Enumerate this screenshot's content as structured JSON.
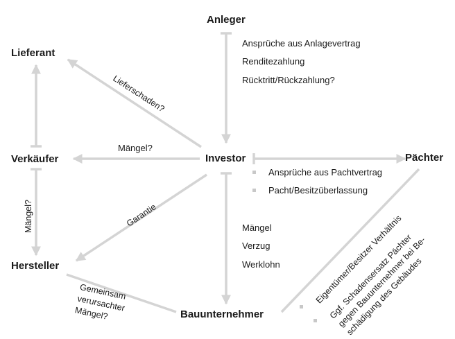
{
  "nodes": {
    "anleger": "Anleger",
    "lieferant": "Lieferant",
    "verkaeufer": "Verkäufer",
    "investor": "Investor",
    "paechter": "Pächter",
    "hersteller": "Hersteller",
    "bauunternehmer": "Bauunternehmer"
  },
  "edges": {
    "investor_lieferant": "Lieferschaden?",
    "investor_verkaeufer": "Mängel?",
    "verkaeufer_hersteller": "Mängel?",
    "investor_hersteller": "Garantie",
    "hersteller_bauunternehmer": [
      "Gemeinsam",
      "verursachter",
      "Mängel?"
    ],
    "paechter_bauunternehmer": [
      "Eigentümer/Besitzer Verhältnis",
      "Ggf. Schadensersatz Pächter",
      "gegen Bauunternehmer bei Be-",
      "schädigung des Gebäudes"
    ]
  },
  "lists": {
    "anleger": [
      "Ansprüche aus Anlagevertrag",
      "Renditezahlung",
      "Rücktritt/Rückzahlung?"
    ],
    "paechter": [
      "Ansprüche aus Pachtvertrag",
      "Pacht/Besitzüberlassung"
    ],
    "bauunternehmer": [
      "Mängel",
      "Verzug",
      "Werklohn"
    ]
  },
  "colors": {
    "line": "#d4d4d4",
    "text": "#1a1a1a",
    "bullet": "#c8c8c8"
  }
}
